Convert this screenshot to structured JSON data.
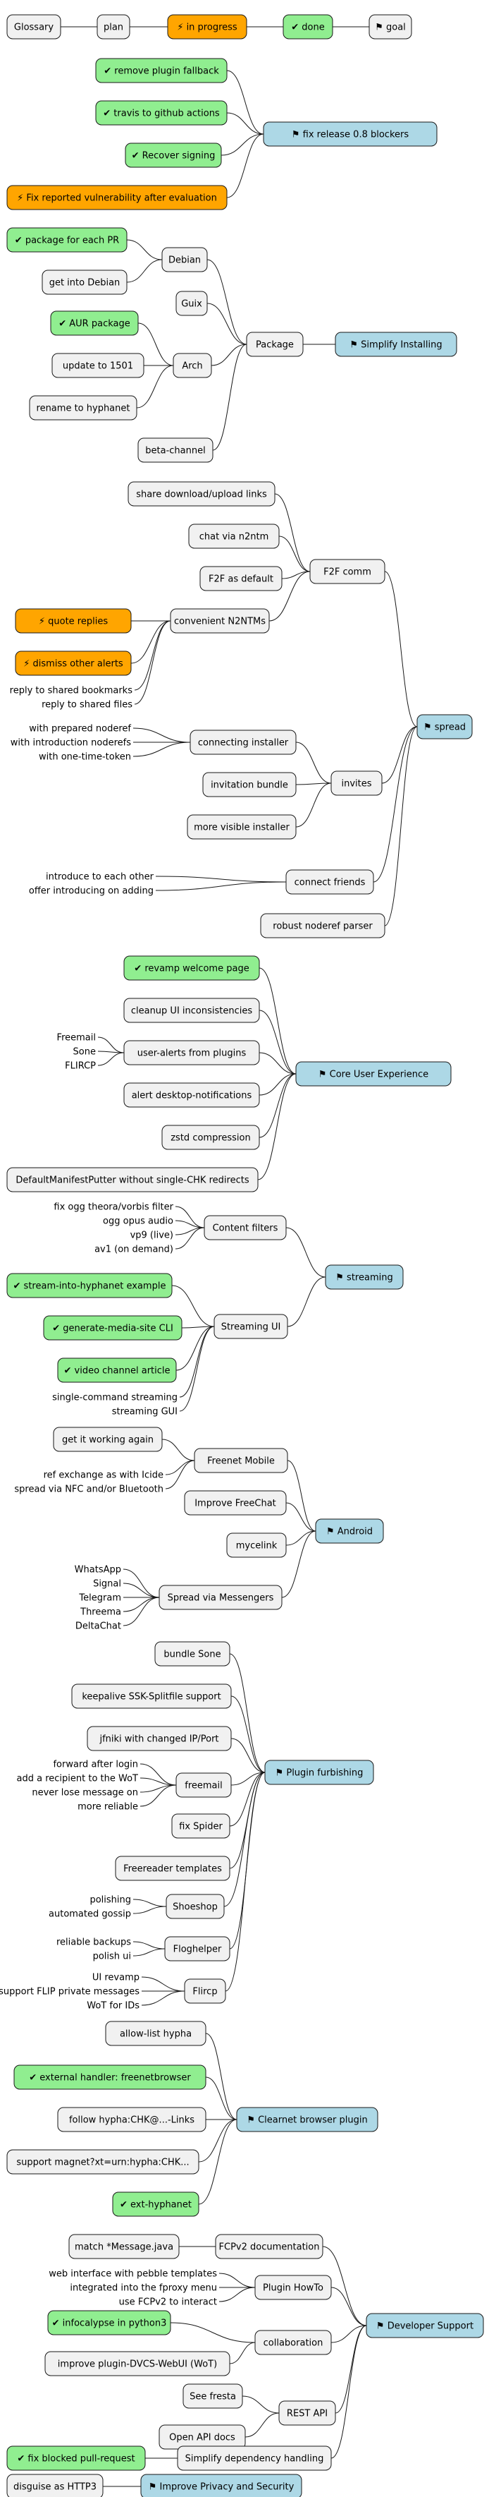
{
  "legend": [
    "Glossary",
    "plan",
    "⚡ in progress",
    "✔ done",
    "⚑ goal"
  ],
  "colors": {
    "plan": "#f1f1f1",
    "progress": "#ffa500",
    "done": "#90ee90",
    "goal": "#add8e6",
    "line": "#181818"
  },
  "groups": [
    {
      "id": "g1",
      "goal": "⚑ fix release 0.8 blockers",
      "items": [
        "✔ remove plugin fallback",
        "✔ travis to github actions",
        "✔ Recover signing",
        "⚡ Fix reported vulnerability after evaluation"
      ]
    },
    {
      "id": "g2",
      "goal": "⚑ Simplify Installing",
      "hub": "Package",
      "subs": [
        {
          "label": "Debian",
          "items": [
            "✔ package for each PR",
            "get into Debian"
          ]
        },
        {
          "label": "Guix"
        },
        {
          "label": "Arch",
          "items": [
            "✔ AUR package",
            "update to 1501",
            "rename to hyphanet"
          ]
        },
        {
          "label": "beta-channel"
        }
      ]
    },
    {
      "id": "g3",
      "goal": "⚑ spread",
      "f2f": {
        "label": "F2F comm",
        "items": [
          "share download/upload links",
          "chat via n2ntm",
          "F2F as default"
        ],
        "n2ntms": {
          "label": "convenient N2NTMs",
          "items": [
            "⚡ quote replies",
            "⚡ dismiss other alerts",
            "reply to shared bookmarks",
            "reply to shared files"
          ]
        }
      },
      "invites": {
        "label": "invites",
        "installer": {
          "label": "connecting installer",
          "items": [
            "with prepared noderef",
            "with introduction noderefs",
            "with one-time-token"
          ]
        },
        "items": [
          "invitation bundle",
          "more visible installer"
        ]
      },
      "friends": {
        "label": "connect friends",
        "items": [
          "introduce to each other",
          "offer introducing on adding"
        ]
      },
      "parser": "robust noderef parser"
    },
    {
      "id": "g4",
      "goal": "⚑ Core User Experience",
      "items": [
        "✔ revamp welcome page",
        "cleanup UI inconsistencies",
        "user-alerts from plugins",
        "alert desktop-notifications",
        "zstd compression",
        "DefaultManifestPutter without single-CHK redirects"
      ],
      "alerts_sub": [
        "Freemail",
        "Sone",
        "FLIRCP"
      ]
    },
    {
      "id": "g5",
      "goal": "⚑ streaming",
      "filters": {
        "label": "Content filters",
        "items": [
          "fix ogg theora/vorbis filter",
          "ogg opus audio",
          "vp9 (live)",
          "av1 (on demand)"
        ]
      },
      "ui": {
        "label": "Streaming UI",
        "items": [
          "✔ stream-into-hyphanet example",
          "✔ generate-media-site CLI",
          "✔ video channel article",
          "single-command streaming",
          "streaming GUI"
        ]
      }
    },
    {
      "id": "g6",
      "goal": "⚑ Android",
      "mobile": {
        "label": "Freenet Mobile",
        "items": [
          "get it working again",
          "ref exchange as with Icide",
          "spread via NFC and/or Bluetooth"
        ]
      },
      "items": [
        "Improve FreeChat",
        "mycelink"
      ],
      "messengers": {
        "label": "Spread via Messengers",
        "items": [
          "WhatsApp",
          "Signal",
          "Telegram",
          "Threema",
          "DeltaChat"
        ]
      }
    },
    {
      "id": "g7",
      "goal": "⚑ Plugin furbishing",
      "items": [
        "bundle Sone",
        "keepalive SSK-Splitfile support",
        "jfniki with changed IP/Port"
      ],
      "freemail": {
        "label": "freemail",
        "items": [
          "forward after login",
          "add a recipient to the WoT",
          "never lose message on",
          "more reliable"
        ]
      },
      "items2": [
        "fix Spider",
        "Freereader templates"
      ],
      "shoeshop": {
        "label": "Shoeshop",
        "items": [
          "polishing",
          "automated gossip"
        ]
      },
      "floghelper": {
        "label": "Floghelper",
        "items": [
          "reliable backups",
          "polish ui"
        ]
      },
      "flircp": {
        "label": "Flircp",
        "items": [
          "UI revamp",
          "support FLIP private messages",
          "WoT for IDs"
        ]
      }
    },
    {
      "id": "g8",
      "goal": "⚑ Clearnet browser plugin",
      "items": [
        "allow-list hypha",
        "✔ external handler: freenetbrowser",
        "follow hypha:CHK@...-Links",
        "support magnet?xt=urn:hypha:CHK...",
        "✔ ext-hyphanet"
      ]
    },
    {
      "id": "g9",
      "goal": "⚑ Developer Support",
      "fcp": {
        "label": "FCPv2 documentation",
        "items": [
          "match *Message.java"
        ]
      },
      "howto": {
        "label": "Plugin HowTo",
        "items": [
          "web interface with pebble templates",
          "integrated into the fproxy menu",
          "use FCPv2 to interact"
        ]
      },
      "collab": {
        "label": "collaboration",
        "items": [
          "✔ infocalypse in python3",
          "improve plugin-DVCS-WebUI (WoT)"
        ]
      },
      "rest": {
        "label": "REST API",
        "items": [
          "See fresta",
          "Open API docs"
        ]
      },
      "deps": {
        "label": "Simplify dependency handling",
        "items": [
          "✔ fix blocked pull-request"
        ]
      }
    },
    {
      "id": "g10",
      "goal": "⚑ Improve Privacy and Security",
      "items": [
        "disguise as HTTP3"
      ]
    }
  ]
}
